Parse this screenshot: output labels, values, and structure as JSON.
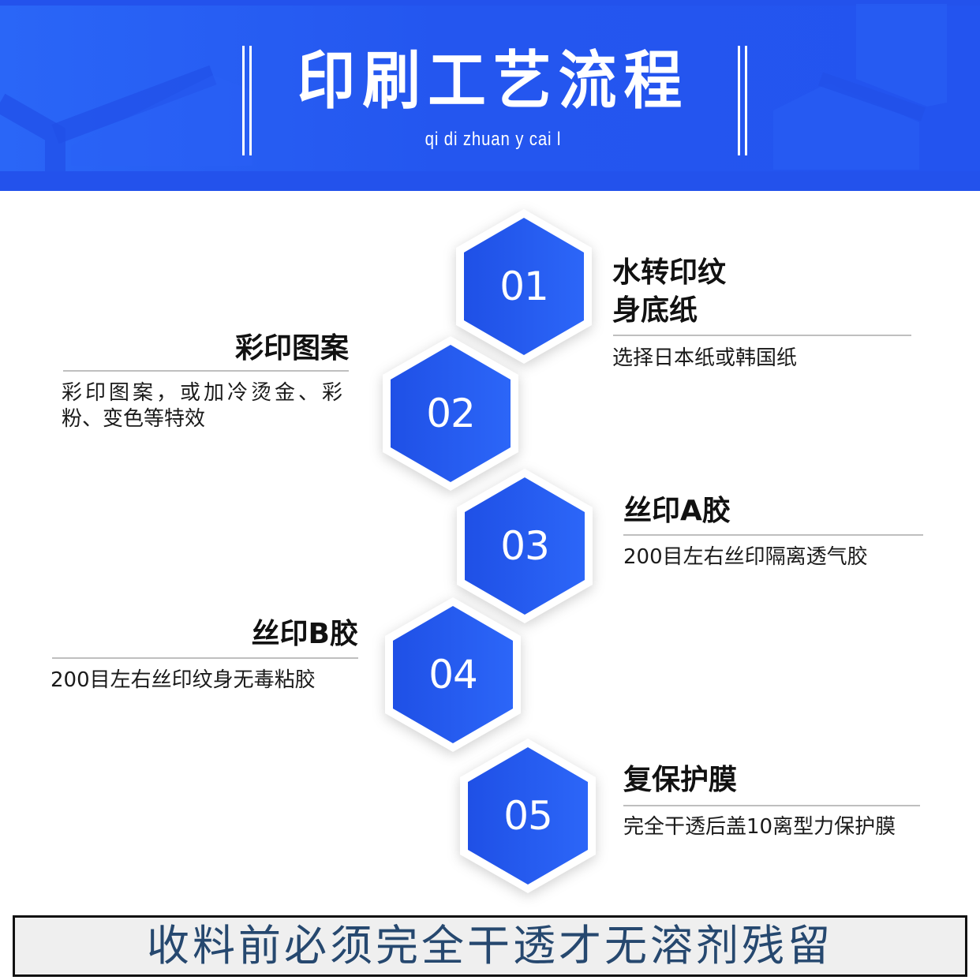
{
  "header": {
    "title": "印刷工艺流程",
    "subtitle": "qi di zhuan y cai l",
    "background_color": "#2456ef",
    "bar_color": "#ffffff"
  },
  "steps": [
    {
      "number": "01",
      "title_line1": "水转印纹",
      "title_line2": "身底纸",
      "description": "选择日本纸或韩国纸",
      "side": "right"
    },
    {
      "number": "02",
      "title_line1": "彩印图案",
      "description_line1": "彩印图案，或加冷烫金、彩",
      "description_line2": "粉、变色等特效",
      "side": "left"
    },
    {
      "number": "03",
      "title_line1": "丝印A胶",
      "description": "200目左右丝印隔离透气胶",
      "side": "right"
    },
    {
      "number": "04",
      "title_line1": "丝印B胶",
      "description": "200目左右丝印纹身无毒粘胶",
      "side": "left"
    },
    {
      "number": "05",
      "title_line1": "复保护膜",
      "description": "完全干透后盖10离型力保护膜",
      "side": "right"
    }
  ],
  "footer": {
    "notice": "收料前必须完全干透才无溶剂残留",
    "text_color": "#26486f",
    "background_color": "#efefef"
  },
  "colors": {
    "hex_gradient_start": "#1f50e6",
    "hex_gradient_end": "#2c66f8",
    "hex_border": "#ffffff",
    "divider": "#bfbfbf"
  }
}
